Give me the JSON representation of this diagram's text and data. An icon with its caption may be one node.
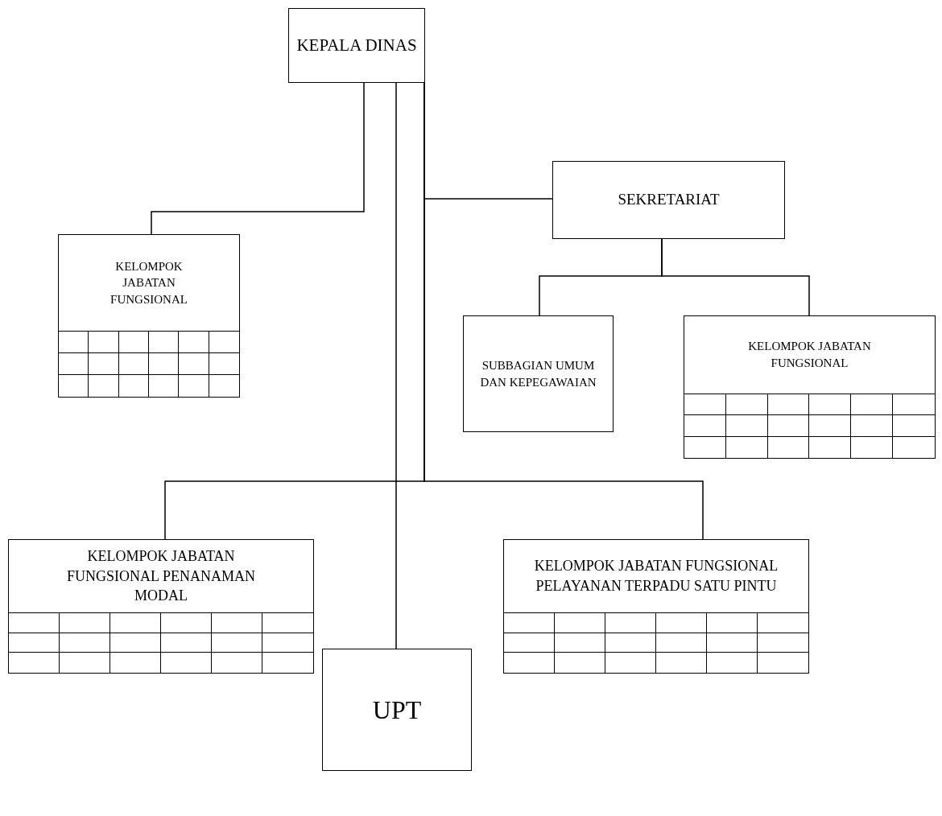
{
  "diagram": {
    "nodes": [
      {
        "text": [
          "KEPALA DINAS"
        ]
      },
      {
        "text": [
          "SEKRETARIAT"
        ]
      },
      {
        "text": [
          "KELOMPOK JABATAN FUNGSIONAL"
        ]
      },
      {
        "text": [
          "SUBBAGIAN UMUM DAN KEPEGAWAIAN"
        ]
      },
      {
        "text": [
          "KELOMPOK JABATAN FUNGSIONAL"
        ]
      },
      {
        "text": [
          "KELOMPOK JABATAN FUNGSIONAL PENANAMAN MODAL"
        ]
      },
      {
        "text": [
          "KELOMPOK JABATAN FUNGSIONAL PELAYANAN TERPADU SATU PINTU"
        ]
      },
      {
        "text": [
          "UPT"
        ]
      }
    ],
    "edges": [
      {
        "from": 0,
        "to": 2,
        "arrow": "none"
      },
      {
        "from": 0,
        "to": 1,
        "arrow": "none"
      },
      {
        "from": 0,
        "to": 5,
        "arrow": "none"
      },
      {
        "from": 0,
        "to": 6,
        "arrow": "none"
      },
      {
        "from": 0,
        "to": 7,
        "arrow": "none"
      },
      {
        "from": 1,
        "to": 3,
        "arrow": "none"
      },
      {
        "from": 1,
        "to": 4,
        "arrow": "none"
      }
    ]
  }
}
